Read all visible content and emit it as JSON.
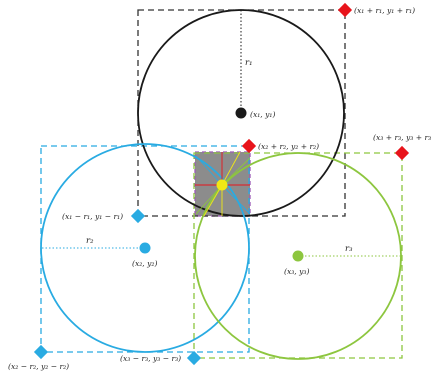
{
  "colors": {
    "black": "#1a1a1a",
    "blue": "#29abe2",
    "green": "#8dc63f",
    "red": "#e8141b",
    "yellow": "#f0e816",
    "overlap": "#8c8c8c",
    "overlap_border": "#9b59b6",
    "dashed_black": "#333333"
  },
  "circles": {
    "c1": {
      "center_label": "(x₁, y₁)",
      "radius_label": "r₁"
    },
    "c2": {
      "center_label": "(x₂, y₂)",
      "radius_label": "r₂"
    },
    "c3": {
      "center_label": "(x₃, y₃)",
      "radius_label": "r₃"
    }
  },
  "corners": {
    "c1_top_right": "(x₁ + r₁, y₁ + r₁)",
    "c1_bottom_left": "(x₁ − r₁, y₁ − r₁)",
    "c2_top_right": "(x₂ + r₂, y₂ + r₂)",
    "c2_bottom_left": "(x₂ − r₂, y₂ − r₂)",
    "c3_top_right": "(x₃ + r₃, y₃ + r₃)",
    "c3_bottom_left": "(x₃ − r₃, y₃ − r₃)"
  }
}
